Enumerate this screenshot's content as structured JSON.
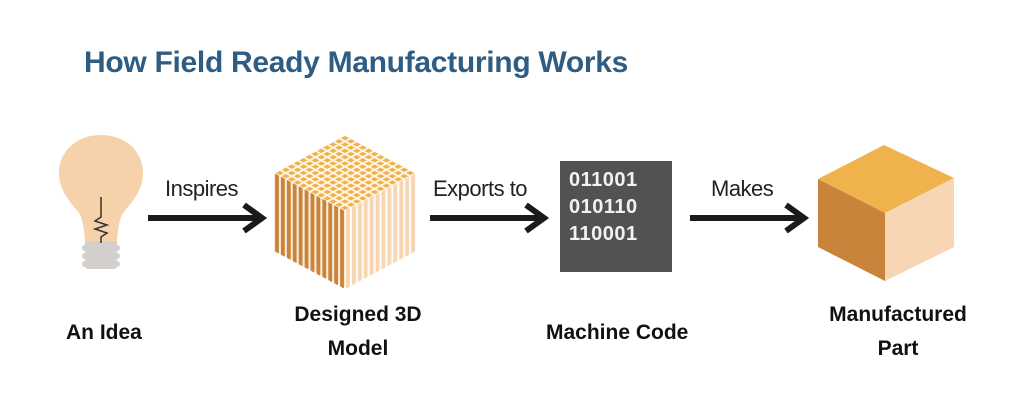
{
  "title": "How Field Ready Manufacturing Works",
  "colors": {
    "title": "#2e5c82",
    "bulb_glass": "#f6d2ab",
    "bulb_base": "#d3cfcc",
    "cube_top": "#efb24c",
    "cube_left": "#c9833a",
    "cube_right": "#f6d6b3",
    "code_box": "#545152",
    "arrow": "#1a1a1a"
  },
  "steps": [
    {
      "id": "idea",
      "label_lines": [
        "An Idea"
      ],
      "icon": "lightbulb-icon"
    },
    {
      "id": "model",
      "label_lines": [
        "Designed 3D",
        "Model"
      ],
      "icon": "voxel-cube-icon"
    },
    {
      "id": "code",
      "label_lines": [
        "Machine Code"
      ],
      "icon": "binary-code-icon",
      "code_lines": [
        "011001",
        "010110",
        "110001"
      ]
    },
    {
      "id": "part",
      "label_lines": [
        "Manufactured",
        "Part"
      ],
      "icon": "solid-cube-icon"
    }
  ],
  "arrows": [
    {
      "label": "Inspires"
    },
    {
      "label": "Exports to"
    },
    {
      "label": "Makes"
    }
  ]
}
